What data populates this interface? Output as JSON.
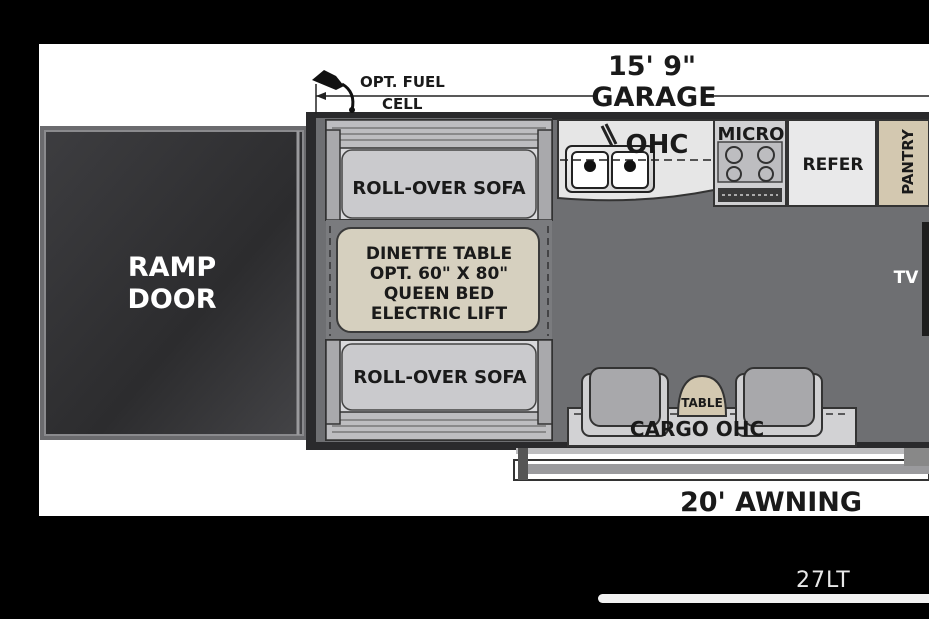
{
  "labels": {
    "opt_fuel_line1": "OPT. FUEL",
    "opt_fuel_line2": "CELL",
    "garage_length": "15' 9\"",
    "garage": "GARAGE",
    "ohc": "OHC",
    "micro": "MICRO",
    "refer": "REFER",
    "pantry": "PANTRY",
    "tv": "TV",
    "ramp_line1": "RAMP",
    "ramp_line2": "DOOR",
    "sofa_top": "ROLL-OVER SOFA",
    "sofa_bottom": "ROLL-OVER SOFA",
    "dinette_line1": "DINETTE TABLE",
    "dinette_line2": "OPT. 60\" X 80\"",
    "dinette_line3": "QUEEN BED",
    "dinette_line4": "ELECTRIC LIFT",
    "table": "TABLE",
    "cargo_ohc": "CARGO OHC",
    "awning": "20' AWNING"
  },
  "caption": "27LT",
  "colors": {
    "background": "#000000",
    "paper": "#ffffff",
    "floor": "#6e6f72",
    "sofa": "#c9c9cc",
    "dinette": "#d6d0bf",
    "pantry": "#d3c8b0",
    "ramp": "#3a3a3c"
  }
}
